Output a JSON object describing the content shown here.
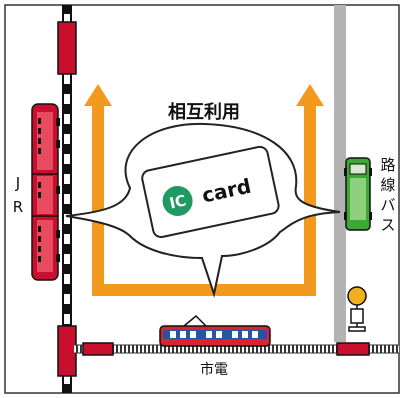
{
  "labels": {
    "mutual_use": "相互利用",
    "ic_text": "IC",
    "card_text": "card",
    "jr_letters": [
      "J",
      "R"
    ],
    "bus_chars": [
      "路",
      "線",
      "バ",
      "ス"
    ],
    "tram": "市電"
  },
  "colors": {
    "arrow": "#f39a1e",
    "jr_red": "#c8102e",
    "tram_red": "#d9232d",
    "tram_blue": "#2753a3",
    "bus_green": "#3aa935",
    "ic_green": "#1f9a63",
    "road_gray": "#b3b3b3",
    "stop_yellow": "#f2b01f"
  },
  "icons": [
    "train-icon",
    "bus-icon",
    "tram-icon",
    "bus-stop-icon",
    "ic-card-icon",
    "speech-bubble-icon"
  ]
}
